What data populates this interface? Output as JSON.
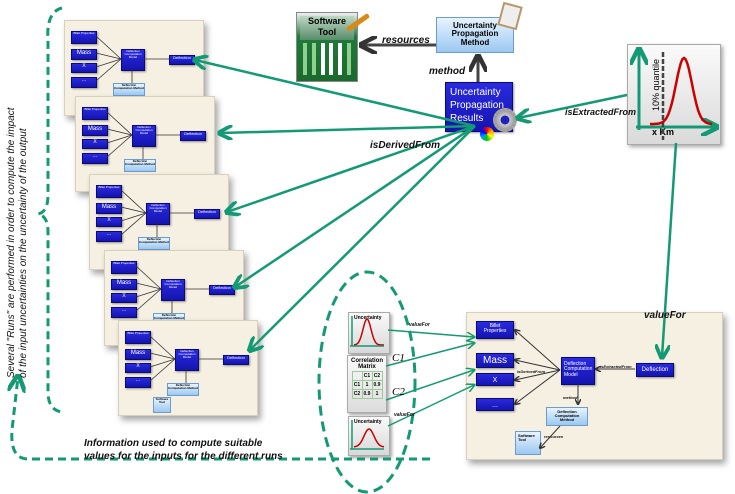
{
  "top": {
    "software_tool": {
      "line1": "Software",
      "line2": "Tool"
    },
    "method_node": {
      "line1": "Uncertainty",
      "line2": "Propagation",
      "line3": "Method"
    },
    "results_node": {
      "line1": "Uncertainty",
      "line2": "Propagation",
      "line3": "Results"
    },
    "quantile_chart": {
      "ylabel": "10% quantile",
      "xlabel": "x Km"
    }
  },
  "relations": {
    "resources": "resources",
    "method": "method",
    "is_derived_from": "isDerivedFrom",
    "is_extracted_from": "isExtractedFrom",
    "value_for": "valueFor"
  },
  "side_note": {
    "line1": "Several \"Runs\" are performed in order to compute the impact",
    "line2": "of the input uncertainties on the uncertainty of the output"
  },
  "bottom_note": {
    "line1": "Information used to compute suitable",
    "line2": "values for the inputs for the different runs"
  },
  "inputs": {
    "uncertainty_label": "Uncertainty",
    "matrix_title_1": "Correlation",
    "matrix_title_2": "Matrix",
    "matrix": {
      "header": [
        "",
        "C1",
        "C2"
      ],
      "rows": [
        [
          "C1",
          "1",
          "0.9"
        ],
        [
          "C2",
          "0.9",
          "1"
        ]
      ]
    },
    "c1": "C1",
    "c2": "C2",
    "value_for_1": "valueFor",
    "value_for_2": "valueFor"
  },
  "run_model": {
    "billet": {
      "line1": "Billet",
      "line2": "Properties"
    },
    "mass": "Mass",
    "x": "X",
    "more": "...",
    "model": {
      "line1": "Deflection",
      "line2": "Computation",
      "line3": "Model"
    },
    "deflection": "Deflection",
    "method": {
      "line1": "Deflection",
      "line2": "Computation",
      "line3": "Method"
    },
    "software": {
      "line1": "Software",
      "line2": "Tool"
    },
    "is_derived_from": "isDerivedFrom",
    "is_extracted_from": "isExtractedFrom",
    "method_rel": "method",
    "resources_rel": "resources"
  },
  "colors": {
    "green_arrow": "#139a74",
    "dark_arrow": "#333333",
    "node_blue": "#1c1cc8",
    "panel_bg": "#f6f0e2",
    "curve_red": "#cc0000"
  }
}
